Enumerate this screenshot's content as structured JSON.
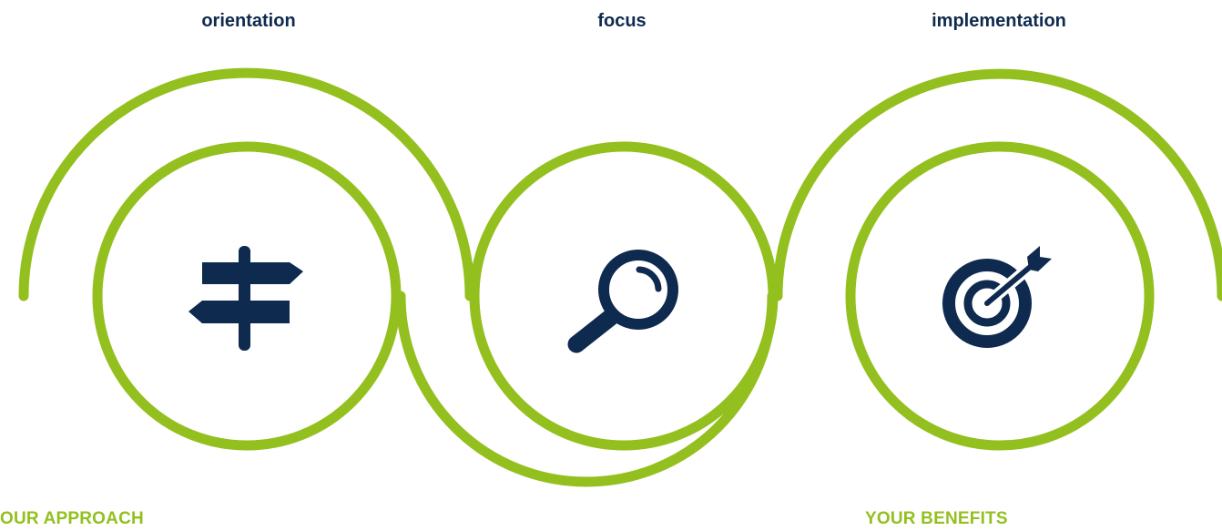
{
  "steps": [
    {
      "title": "orientation",
      "icon": "signpost-icon"
    },
    {
      "title": "focus",
      "icon": "magnifier-icon"
    },
    {
      "title": "implementation",
      "icon": "target-arrow-icon"
    }
  ],
  "labels": {
    "approach": "OUR APPROACH",
    "benefits": "YOUR BENEFITS"
  },
  "colors": {
    "accent": "#93c01f",
    "navy": "#0e2a4f",
    "background": "#ffffff"
  }
}
